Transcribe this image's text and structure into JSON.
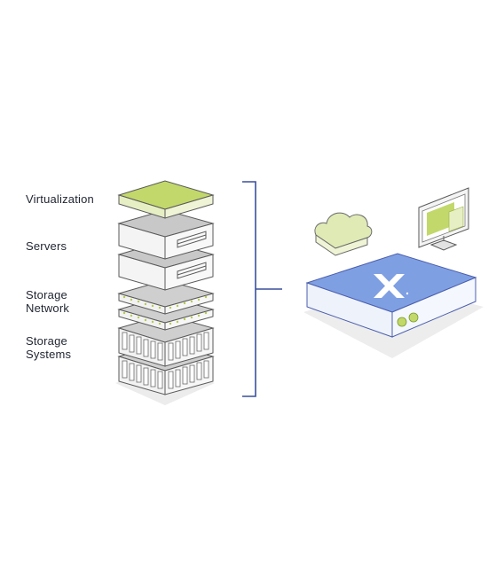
{
  "diagram": {
    "labels": {
      "virtualization": "Virtualization",
      "servers": "Servers",
      "storage_network": [
        "Storage",
        "Network"
      ],
      "storage_systems": [
        "Storage",
        "Systems"
      ]
    },
    "colors": {
      "green_accent": "#c2d86a",
      "green_light": "#e6efc4",
      "server_gray": "#c8c8c8",
      "server_face": "#f4f4f4",
      "outline": "#5a5a5a",
      "bracket_blue": "#3a4f9c",
      "appliance_blue": "#7f9fe3",
      "appliance_face": "#eef2fb",
      "shadow": "#e9e9e9"
    },
    "icons": [
      "cloud-icon",
      "monitor-icon",
      "nutanix-x-logo-icon",
      "appliance-icon",
      "server-stack-icon",
      "bracket-icon"
    ]
  }
}
